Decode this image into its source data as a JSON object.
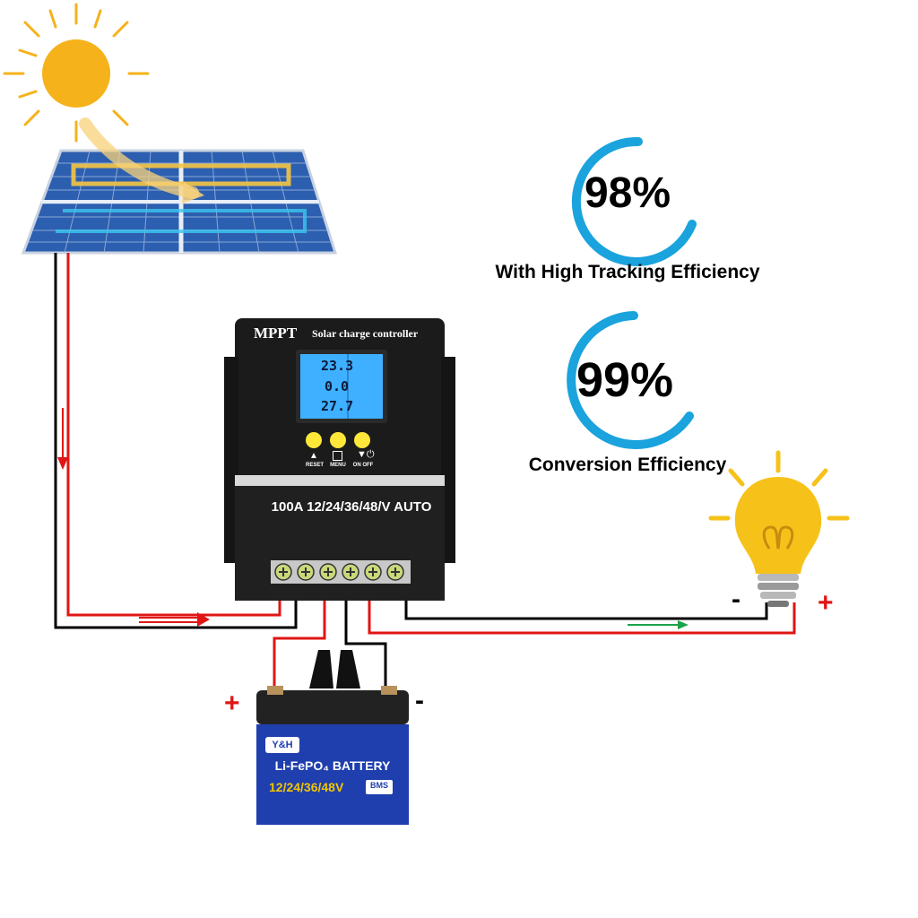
{
  "colors": {
    "wire_positive": "#e01515",
    "wire_negative": "#000000",
    "ring": "#1aa3dd",
    "sun": "#f5b21b",
    "bulb": "#f6c21a",
    "flow_arrow_green": "#1aa34a",
    "controller_body": "#1b1b1b",
    "lcd_screen": "#3fb0ff",
    "battery_label": "#1f3fae"
  },
  "metrics": [
    {
      "value": "98%",
      "label": "With High Tracking Efficiency",
      "ring_fill": 0.82
    },
    {
      "value": "99%",
      "label": "Conversion Efficiency",
      "ring_fill": 0.82
    }
  ],
  "controller": {
    "brand": "MPPT",
    "subtitle": "Solar charge controller",
    "rating": "100A 12/24/36/48/V AUTO",
    "buttons": [
      {
        "label": "RESET",
        "icon": "triangle-up-icon"
      },
      {
        "label": "MENU",
        "icon": "menu-icon"
      },
      {
        "label": "ON OFF",
        "icon": "power-icon"
      }
    ],
    "lcd": {
      "readings": [
        "23.3",
        "0.0",
        "27.7"
      ]
    }
  },
  "battery": {
    "brand": "Y&H",
    "title": "Li-FePO₄ BATTERY",
    "voltage": "12/24/36/48V",
    "bms": "BMS",
    "positive_sign": "+",
    "negative_sign": "-"
  },
  "load": {
    "negative_sign": "-",
    "positive_sign": "+"
  },
  "icons": [
    "sun-icon",
    "solar-panel-icon",
    "light-bulb-icon",
    "battery-icon",
    "charge-controller-icon"
  ]
}
